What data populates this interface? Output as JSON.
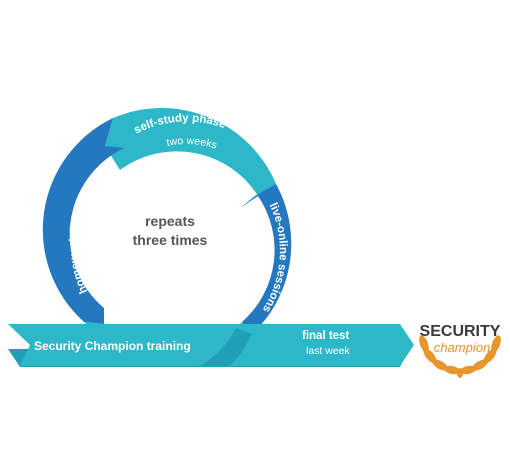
{
  "colors": {
    "teal": "#2cb8c8",
    "teal_dark": "#1f9fb8",
    "blue": "#2478bf",
    "blue_dark": "#1c63a6",
    "text_dark": "#555555",
    "white": "#ffffff",
    "gold": "#e8952c",
    "logo_grey": "#3a3a3a"
  },
  "cycle": {
    "center_line1": "repeats",
    "center_line2": "three times",
    "self_study": {
      "title": "self-study phase",
      "subtitle": "two weeks"
    },
    "live_online": {
      "title": "live-online sessions",
      "subtitle": "training days"
    },
    "homework": {
      "title": "homework feedback",
      "subtitle": "one week"
    }
  },
  "bar": {
    "label": "Security Champion training",
    "final_title": "final test",
    "final_subtitle": "last week"
  },
  "logo": {
    "word1": "SECURITY",
    "word2": "champion"
  }
}
